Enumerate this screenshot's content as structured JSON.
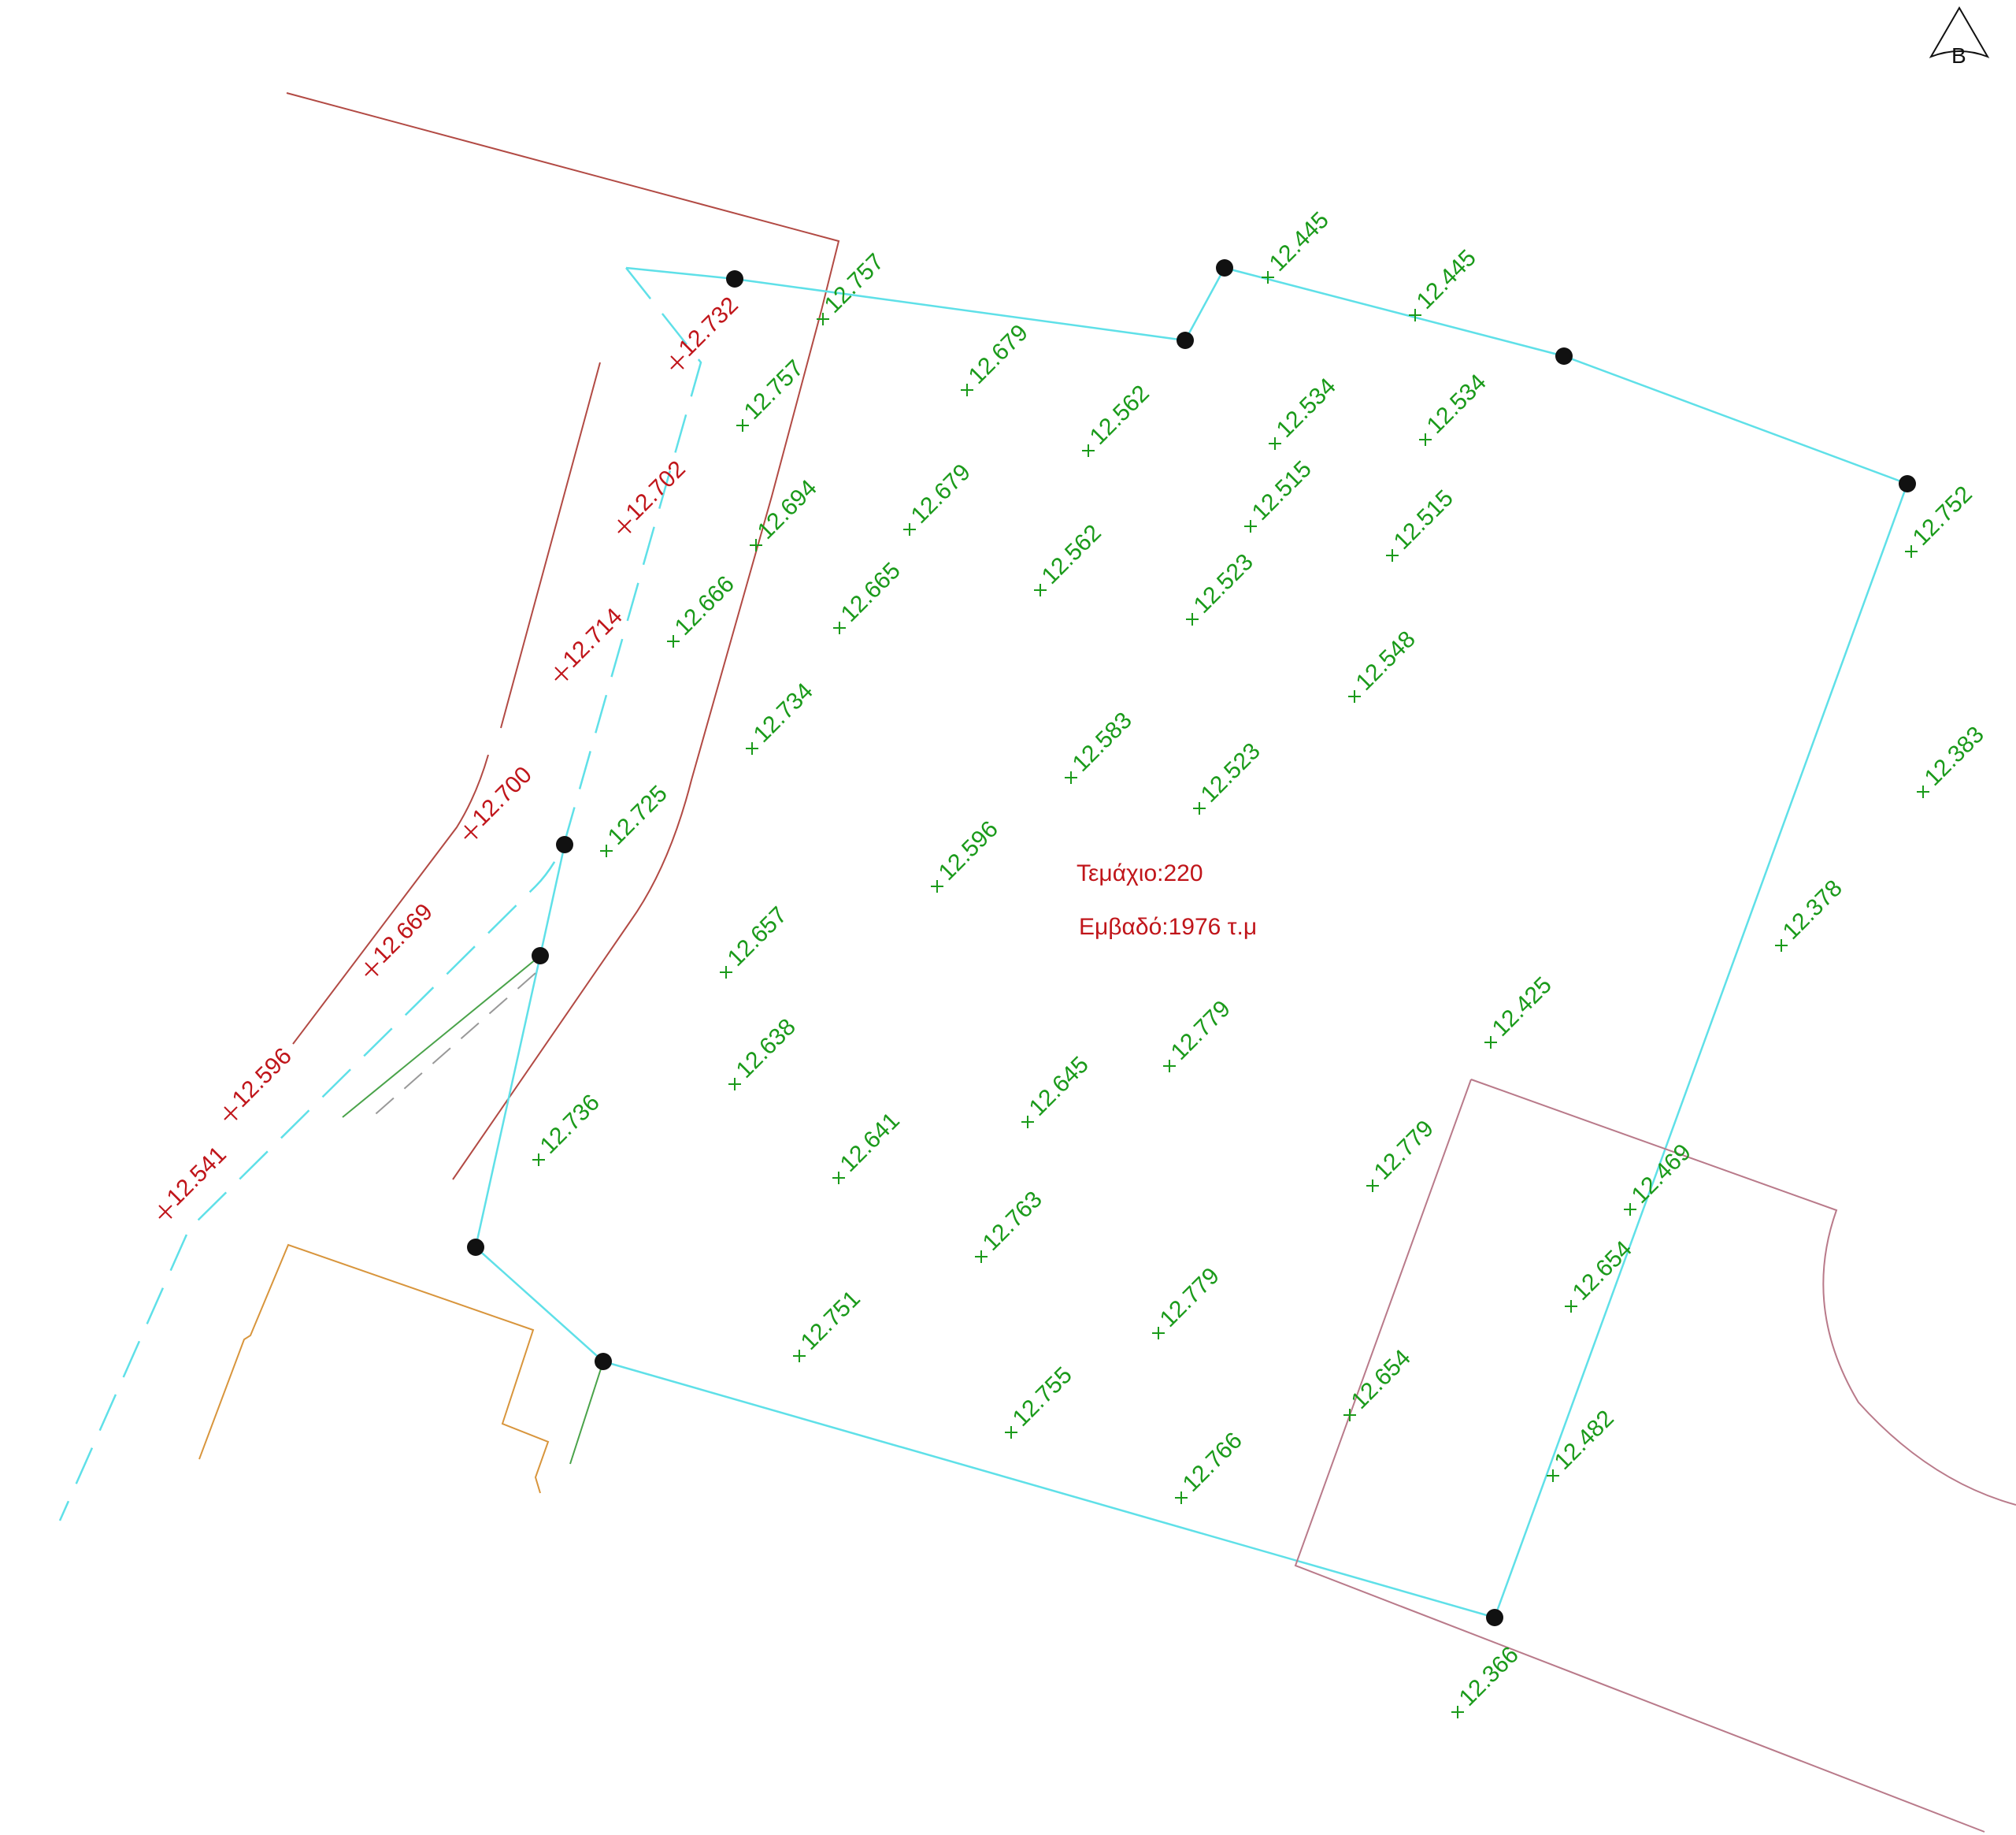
{
  "parcel": {
    "label": "Τεμάχιο:220",
    "area": "Εμβαδό:1976 τ.μ"
  },
  "north_arrow": {
    "letter": "B"
  },
  "colors": {
    "inside_point": "#1a9a1a",
    "outside_point": "#c0151a",
    "boundary": "#5fe0e8",
    "road_line": "#b24a44",
    "building": "#d8953c",
    "neighbor_parcel": "#b97a8a",
    "green_line": "#4aa34a",
    "parcel_text": "#c0151a"
  },
  "elevations": [
    {
      "t": "12.445",
      "c": "inside"
    },
    {
      "t": "12.445",
      "c": "inside"
    },
    {
      "t": "12.757",
      "c": "inside"
    },
    {
      "t": "12.732",
      "c": "outside"
    },
    {
      "t": "12.757",
      "c": "inside"
    },
    {
      "t": "12.679",
      "c": "inside"
    },
    {
      "t": "12.562",
      "c": "inside"
    },
    {
      "t": "12.534",
      "c": "inside"
    },
    {
      "t": "12.534",
      "c": "inside"
    },
    {
      "t": "12.702",
      "c": "outside"
    },
    {
      "t": "12.694",
      "c": "inside"
    },
    {
      "t": "12.679",
      "c": "inside"
    },
    {
      "t": "12.515",
      "c": "inside"
    },
    {
      "t": "12.515",
      "c": "inside"
    },
    {
      "t": "12.752",
      "c": "inside"
    },
    {
      "t": "12.562",
      "c": "inside"
    },
    {
      "t": "12.666",
      "c": "inside"
    },
    {
      "t": "12.665",
      "c": "inside"
    },
    {
      "t": "12.523",
      "c": "inside"
    },
    {
      "t": "12.714",
      "c": "outside"
    },
    {
      "t": "12.548",
      "c": "inside"
    },
    {
      "t": "12.734",
      "c": "inside"
    },
    {
      "t": "12.583",
      "c": "inside"
    },
    {
      "t": "12.383",
      "c": "inside"
    },
    {
      "t": "12.523",
      "c": "inside"
    },
    {
      "t": "12.700",
      "c": "outside"
    },
    {
      "t": "12.725",
      "c": "inside"
    },
    {
      "t": "12.596",
      "c": "inside"
    },
    {
      "t": "12.669",
      "c": "outside"
    },
    {
      "t": "12.657",
      "c": "inside"
    },
    {
      "t": "12.378",
      "c": "inside"
    },
    {
      "t": "12.779",
      "c": "inside"
    },
    {
      "t": "12.425",
      "c": "inside"
    },
    {
      "t": "12.596",
      "c": "outside"
    },
    {
      "t": "12.638",
      "c": "inside"
    },
    {
      "t": "12.645",
      "c": "inside"
    },
    {
      "t": "12.736",
      "c": "inside"
    },
    {
      "t": "12.541",
      "c": "outside"
    },
    {
      "t": "12.641",
      "c": "inside"
    },
    {
      "t": "12.779",
      "c": "inside"
    },
    {
      "t": "12.469",
      "c": "inside"
    },
    {
      "t": "12.763",
      "c": "inside"
    },
    {
      "t": "12.654",
      "c": "inside"
    },
    {
      "t": "12.779",
      "c": "inside"
    },
    {
      "t": "12.751",
      "c": "inside"
    },
    {
      "t": "12.654",
      "c": "inside"
    },
    {
      "t": "12.755",
      "c": "inside"
    },
    {
      "t": "12.482",
      "c": "inside"
    },
    {
      "t": "12.766",
      "c": "inside"
    },
    {
      "t": "12.366",
      "c": "inside"
    }
  ]
}
